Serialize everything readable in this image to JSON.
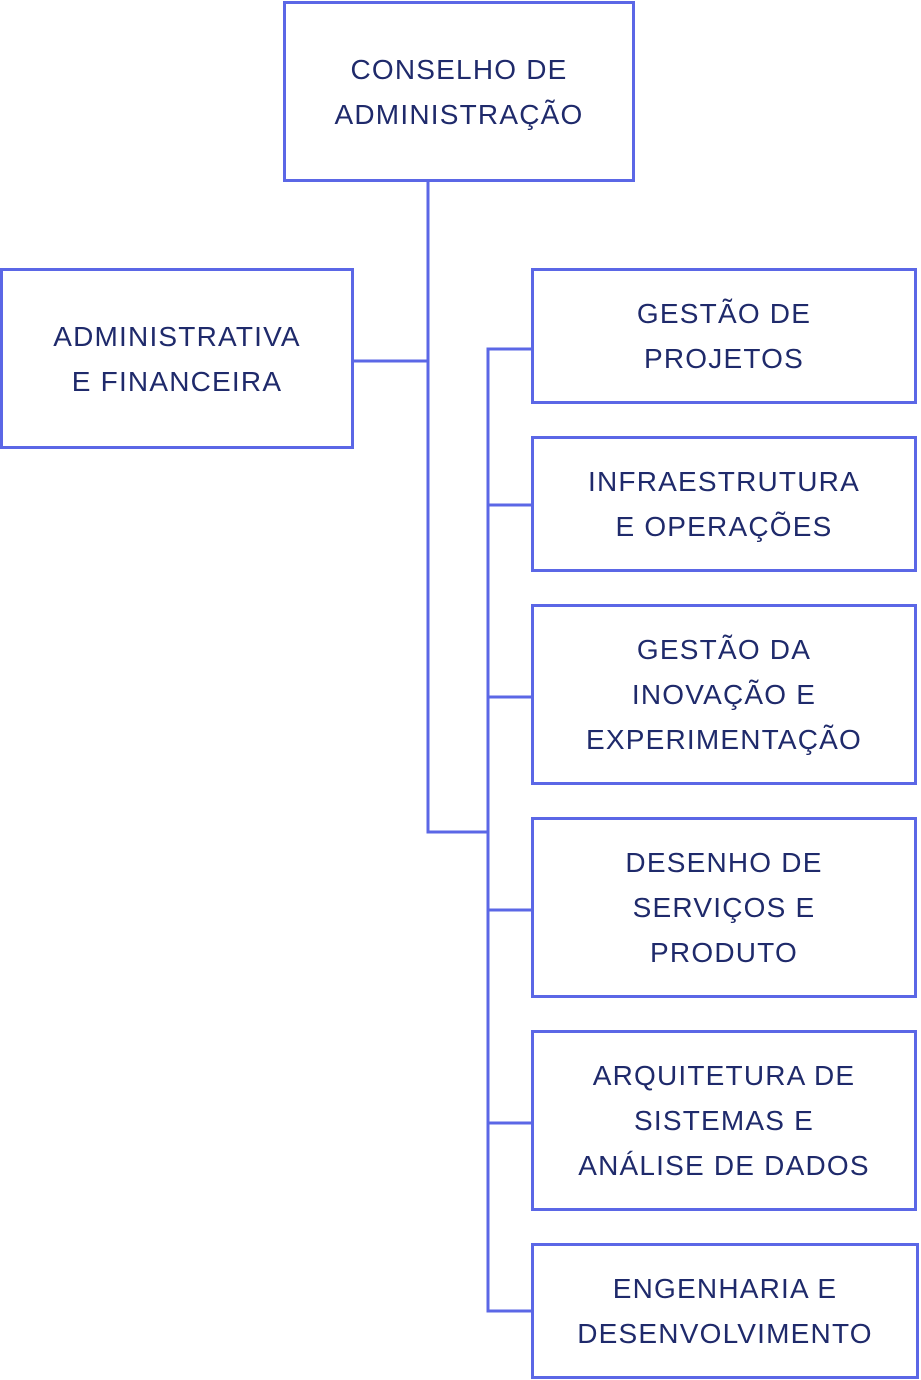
{
  "colors": {
    "accent": "#5b67e6",
    "text": "#1f2a6b"
  },
  "org_chart": {
    "root": {
      "label": "CONSELHO DE\nADMINISTRAÇÃO"
    },
    "side_unit": {
      "label": "ADMINISTRATIVA\nE FINANCEIRA"
    },
    "departments": [
      {
        "label": "GESTÃO DE\nPROJETOS"
      },
      {
        "label": "INFRAESTRUTURA\nE OPERAÇÕES"
      },
      {
        "label": "GESTÃO DA\nINOVAÇÃO E\nEXPERIMENTAÇÃO"
      },
      {
        "label": "DESENHO DE\nSERVIÇOS E\nPRODUTO"
      },
      {
        "label": "ARQUITETURA DE\nSISTEMAS E\nANÁLISE DE DADOS"
      },
      {
        "label": "ENGENHARIA E\nDESENVOLVIMENTO"
      }
    ]
  }
}
